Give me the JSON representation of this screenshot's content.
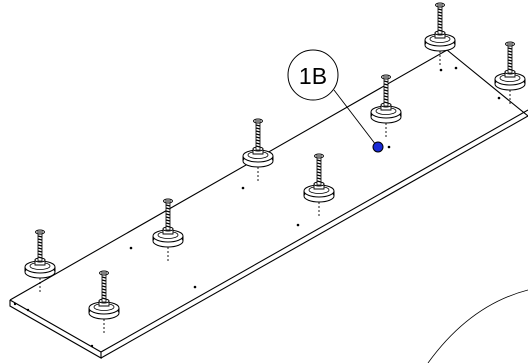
{
  "callout": {
    "label": "1B"
  },
  "marker": {
    "color": "#1a2bd6"
  },
  "part": {
    "name": "leveling-foot-with-screw",
    "count": 8
  }
}
